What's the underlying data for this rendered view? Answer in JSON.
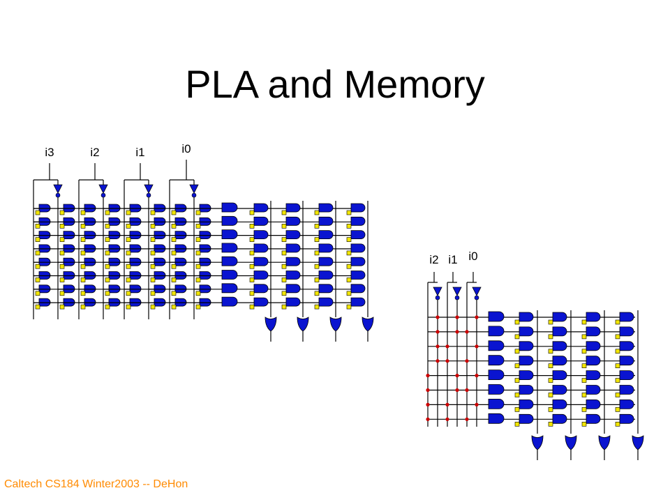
{
  "slide": {
    "title": "PLA and Memory",
    "footer": "Caltech CS184 Winter2003 -- DeHon"
  },
  "pla": {
    "inputs": [
      "i3",
      "i2",
      "i1",
      "i0"
    ],
    "product_terms": 8,
    "outputs": 4
  },
  "memory": {
    "inputs": [
      "i2",
      "i1",
      "i0"
    ],
    "word_lines": 8,
    "outputs": 4
  },
  "colors": {
    "gate_fill": "#0a14d0",
    "config_bit": "#f2e600",
    "decoder_dot": "#cc0000",
    "footer_text": "#ff8a00",
    "wire": "#000000"
  }
}
